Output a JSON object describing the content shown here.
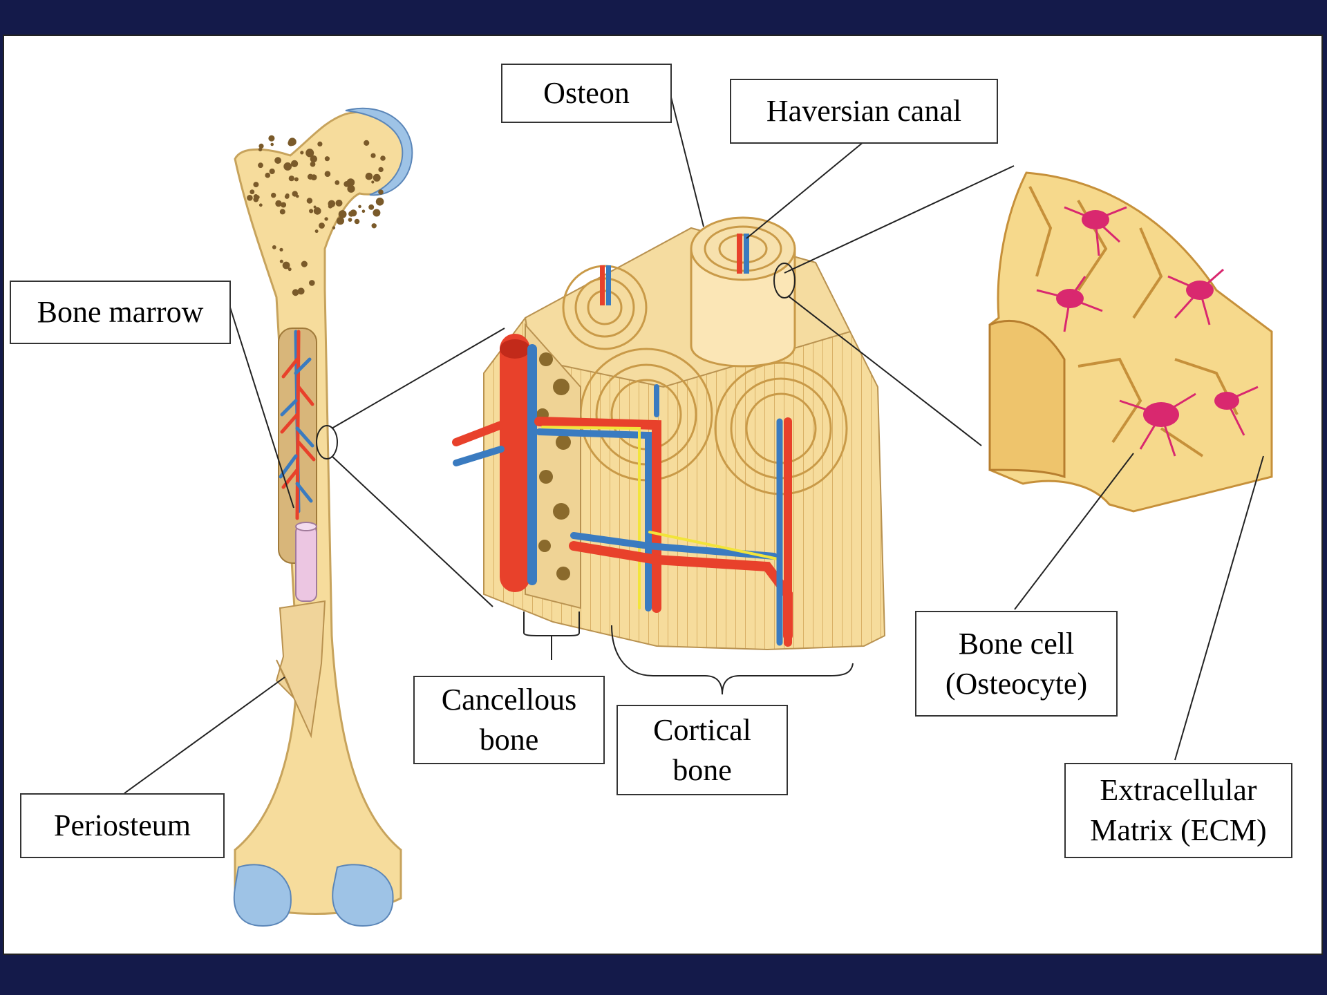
{
  "labels": {
    "osteon": "Osteon",
    "haversian_canal": "Haversian canal",
    "bone_marrow": "Bone marrow",
    "periosteum": "Periosteum",
    "cancellous_bone": "Cancellous\nbone",
    "cortical_bone": "Cortical\nbone",
    "bone_cell": "Bone cell\n(Osteocyte)",
    "ecm": "Extracellular\nMatrix (ECM)"
  },
  "colors": {
    "frame_background": "#141a4a",
    "bone": "#f6dc9c",
    "bone_dark": "#e2b45c",
    "cartilage": "#9ec3e6",
    "artery": "#e8412b",
    "vein": "#3a7bc0",
    "nerve": "#f2e43a",
    "osteocyte": "#d9286f",
    "marrow_cavity": "#ecc6e2"
  }
}
